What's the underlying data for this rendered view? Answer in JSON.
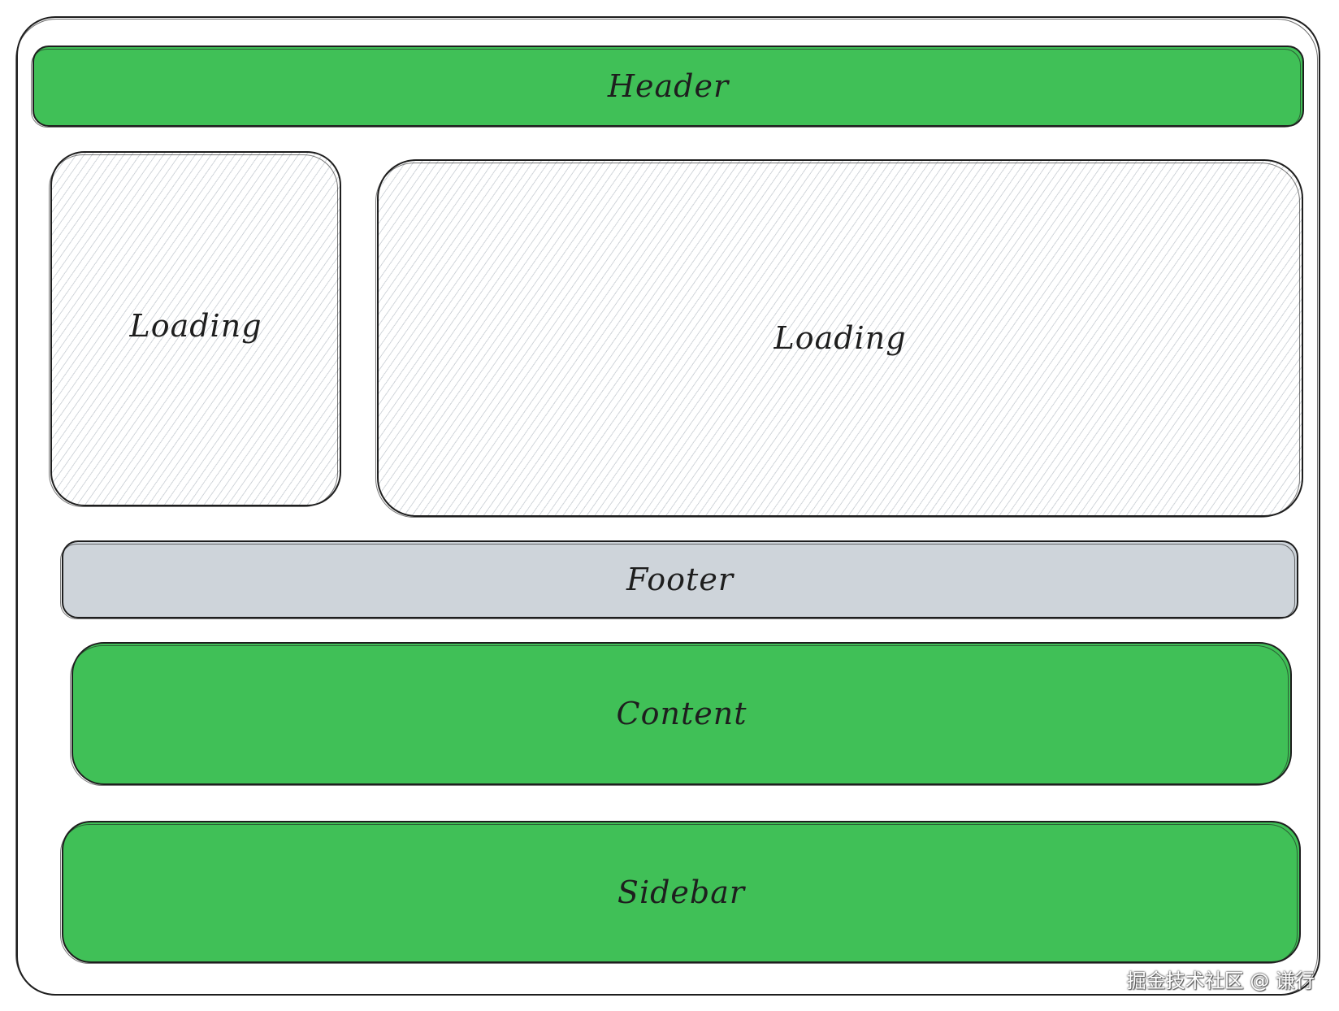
{
  "diagram": {
    "header": {
      "label": "Header",
      "fill": "#40c057"
    },
    "loading_left": {
      "label": "Loading",
      "fill": "hatched-grey"
    },
    "loading_right": {
      "label": "Loading",
      "fill": "hatched-grey"
    },
    "footer": {
      "label": "Footer",
      "fill": "#ced4da"
    },
    "content": {
      "label": "Content",
      "fill": "#40c057"
    },
    "sidebar": {
      "label": "Sidebar",
      "fill": "#40c057"
    }
  },
  "watermark": "掘金技术社区 @ 谦行"
}
